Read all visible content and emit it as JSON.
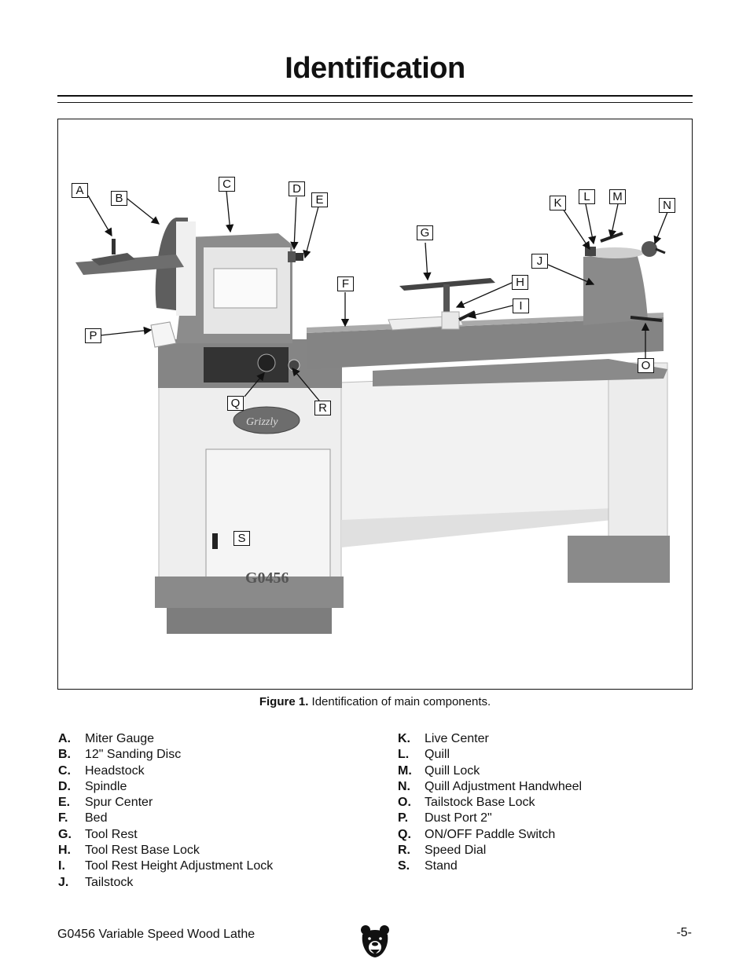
{
  "page": {
    "title": "Identification",
    "caption_label": "Figure 1.",
    "caption_text": " Identification of main components.",
    "footer_left": "G0456 Variable Speed Wood Lathe",
    "page_number": "-5-"
  },
  "figure": {
    "callouts": [
      "A",
      "B",
      "C",
      "D",
      "E",
      "F",
      "G",
      "H",
      "I",
      "J",
      "K",
      "L",
      "M",
      "N",
      "O",
      "P",
      "Q",
      "R",
      "S"
    ],
    "machine_model": "G0456",
    "brand_badge": "Grizzly"
  },
  "legend_left": [
    {
      "key": "A.",
      "label": "Miter Gauge"
    },
    {
      "key": "B.",
      "label": "12\" Sanding Disc"
    },
    {
      "key": "C.",
      "label": "Headstock"
    },
    {
      "key": "D.",
      "label": "Spindle"
    },
    {
      "key": "E.",
      "label": "Spur Center"
    },
    {
      "key": "F.",
      "label": "Bed"
    },
    {
      "key": "G.",
      "label": "Tool Rest"
    },
    {
      "key": "H.",
      "label": "Tool Rest Base Lock"
    },
    {
      "key": "I.",
      "label": "Tool Rest Height Adjustment Lock"
    },
    {
      "key": "J.",
      "label": "Tailstock"
    }
  ],
  "legend_right": [
    {
      "key": "K.",
      "label": "Live Center"
    },
    {
      "key": "L.",
      "label": "Quill"
    },
    {
      "key": "M.",
      "label": "Quill Lock"
    },
    {
      "key": "N.",
      "label": "Quill Adjustment Handwheel"
    },
    {
      "key": "O.",
      "label": "Tailstock Base Lock"
    },
    {
      "key": "P.",
      "label": "Dust Port 2\""
    },
    {
      "key": "Q.",
      "label": "ON/OFF Paddle Switch"
    },
    {
      "key": "R.",
      "label": "Speed Dial"
    },
    {
      "key": "S.",
      "label": "Stand"
    }
  ],
  "colors": {
    "machine_gray": "#8a8a8a",
    "stand_light": "#efefef",
    "ink": "#111111"
  }
}
